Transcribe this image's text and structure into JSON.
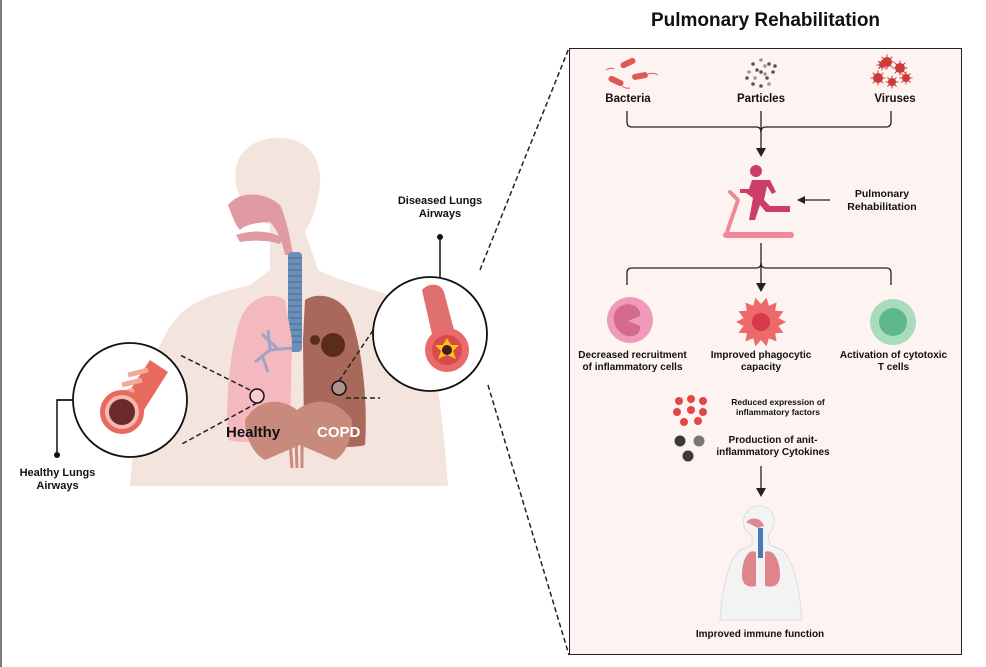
{
  "title": "Pulmonary Rehabilitation",
  "left_figure": {
    "diseased_callout": "Diseased Lungs Airways",
    "diseased_callout_lines": [
      "Diseased Lungs",
      "Airways"
    ],
    "healthy_callout_lines": [
      "Healthy Lungs",
      "Airways"
    ],
    "lung_labels": {
      "healthy": "Healthy",
      "copd": "COPD"
    }
  },
  "panel": {
    "sources": [
      {
        "label": "Bacteria",
        "icon": "bacteria-icon"
      },
      {
        "label": "Particles",
        "icon": "particles-icon"
      },
      {
        "label": "Viruses",
        "icon": "viruses-icon"
      }
    ],
    "intervention": {
      "icon": "treadmill-runner-icon",
      "label_lines": [
        "Pulmonary",
        "Rehabilitation"
      ]
    },
    "effects": [
      {
        "icon": "neutrophil-cell-icon",
        "label_lines": [
          "Decreased recruitment",
          "of inflammatory cells"
        ]
      },
      {
        "icon": "phagocyte-cell-icon",
        "label_lines": [
          "Improved phagocytic",
          "capacity"
        ]
      },
      {
        "icon": "t-cell-icon",
        "label_lines": [
          "Activation of cytotoxic",
          "T cells"
        ]
      }
    ],
    "factors": [
      {
        "icon": "red-dots-icon",
        "label_lines": [
          "Reduced expression of",
          "inflammatory factors"
        ]
      },
      {
        "icon": "cytokines-icon",
        "label_lines": [
          "Production of anit-",
          "inflammatory Cytokines"
        ]
      }
    ],
    "outcome": {
      "icon": "respiratory-system-icon",
      "label": "Improved immune function"
    }
  },
  "colors": {
    "panel_bg": "#fdf3f1",
    "skin": "#f3e4de",
    "healthy_lung": "#f4b8bf",
    "copd_lung": "#a8685a",
    "trachea": "#6a8fb8",
    "treadmill": "#f08898",
    "runner": "#cc3d6a",
    "bacteria": "#dd5a5a",
    "virus": "#cc3a3a",
    "t_cell": "#5fb888",
    "phagocyte": "#ee6a6a",
    "neutrophil": "#f09aba"
  }
}
